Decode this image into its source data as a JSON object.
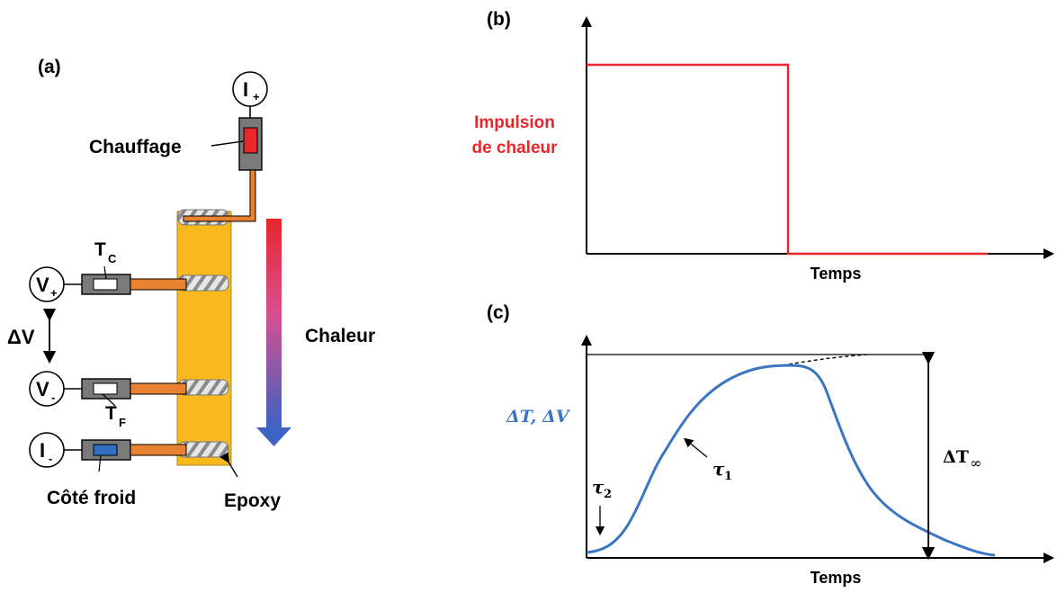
{
  "panel_a": {
    "label": "(a)",
    "heater_terminal": "I",
    "heater_terminal_sign": "+",
    "heater_label": "Chauffage",
    "tc_label": "T",
    "tc_sub": "C",
    "tf_label": "T",
    "tf_sub": "F",
    "vplus": "V",
    "vplus_sign": "+",
    "vminus": "V",
    "vminus_sign": "-",
    "iminus": "I",
    "iminus_sign": "-",
    "delta_v": "ΔV",
    "cold_side_label": "Côté froid",
    "epoxy_label": "Epoxy",
    "heat_label": "Chaleur",
    "colors": {
      "sample": "#f9b81c",
      "heater": "#e8262b",
      "cold": "#2f6ec0",
      "wire": "#e98230",
      "box": "#7a7a7a"
    }
  },
  "panel_b": {
    "label": "(b)",
    "y_label_line1": "Impulsion",
    "y_label_line2": "de chaleur",
    "x_label": "Temps",
    "color": "#e8262b"
  },
  "panel_c": {
    "label": "(c)",
    "y_label": "ΔT, ΔV",
    "x_label": "Temps",
    "tau1": "τ",
    "tau1_sub": "1",
    "tau2": "τ",
    "tau2_sub": "2",
    "delta_t_inf": "ΔT",
    "delta_t_inf_sub": "∞",
    "color": "#3a75c4"
  },
  "chart_data": {
    "type": "line",
    "title": "",
    "xlabel": "Temps",
    "ylabel": "Impulsion de chaleur",
    "series": [
      {
        "name": "",
        "shape": "step pulse: high then drops to zero"
      }
    ]
  }
}
